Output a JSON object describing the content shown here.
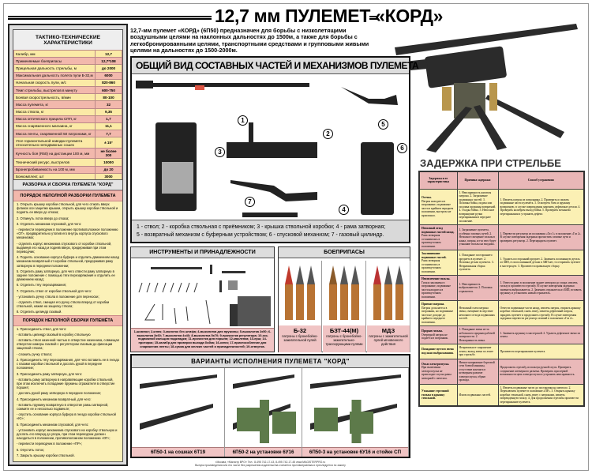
{
  "title": "12,7 мм ПУЛЕМЕТ «КОРД»",
  "intro": "12,7-мм пулемет «КОРД» (6П50) предназначен для борьбы с низколетящими воздушными целями на наклонных дальностях до 1500м, а также для борьбы с легкобронированными целями, транспортными средствами и групповыми живыми целями на дальностях до 1500-2000м.",
  "ttx": {
    "title": "ТАКТИКО-ТЕХНИЧЕСКИЕ ХАРАКТЕРИСТИКИ",
    "rows": [
      [
        "Калибр, мм",
        "12,7"
      ],
      [
        "Применяемые боеприпасы",
        "12,7*108"
      ],
      [
        "Прицельная дальность стрельбы, м",
        "до 2000"
      ],
      [
        "Максимальная дальность полета пули Б-32,м",
        "6000"
      ],
      [
        "Начальная скорость пули, м/с",
        "820-860"
      ],
      [
        "Темп стрельбы, выстрелов в минуту",
        "600-750"
      ],
      [
        "Боевая скорострельность, в/мин",
        "80-100"
      ],
      [
        "Масса пулемета, кг",
        "32"
      ],
      [
        "Масса ствола, кг",
        "9,35"
      ],
      [
        "Масса оптического прицела СПП, кг",
        "1,7"
      ],
      [
        "Масса снаряженного магазина, кг",
        "11,1"
      ],
      [
        "Масса ленты, снаряженной 50 патронами, кг",
        "7,7"
      ],
      [
        "Угол горизонтальной наводки пулемета относительно неподвижных сошек",
        "± 15°"
      ],
      [
        "Кучность боя (R50) на дистанции 100 м, мм",
        "не более 300"
      ],
      [
        "Технический ресурс, выстрелов",
        "10000"
      ],
      [
        "Бронепробиваемость на 100 м, мм",
        "до 20"
      ],
      [
        "Боекомплект, шт",
        "3000"
      ]
    ]
  },
  "disassembly": {
    "title": "РАЗБОРКА И СБОРКА ПУЛЕМЕТА \"КОРД\"",
    "partial_title": "ПОРЯДОК НЕПОЛНОЙ РАЗБОРКИ ПУЛЕМЕТА",
    "partial_steps": [
      "1. Открыть крышку коробки ствольной, для чего отжать вверх флажок оси защелки крышки, открыть крышку коробки ствольной и поднять ее вверх до отказа;",
      "2. Отвинуть лоток вверх до отказа;",
      "3. Отделить механизм спусковой, для чего:",
      "- перевести переводчик в положение противоположное положению «ОГ», предварительно утопив его внутрь корпуса спускового механизма;",
      "- отделить корпус механизма спускового от коробки ствольной, выдвинув его назад и подняв вверх, придерживая при этом переводчик;",
      "4. Поднять основание корпуса буфера и отделить движением назад механизм возвратный от коробки ствольной, предерживая раму затворную в переднем положении;",
      "5. Отделить раму затворную, для чего отвести раму затворную в заднее положение с помощью тяги перезаряжания и отделить ее движением назад;",
      "6. Отделить тягу перезаряжания;",
      "7. Отделить ствол от коробки ствольной для чего:",
      "- установить ручку ствола в положение для переноски;",
      "- отделить ствол, смещая его ручку ствола вперед от коробки ствольной, нажав на защелку ствола;",
      "8. Отделить цилиндр газовый."
    ],
    "assembly_title": "ПОРЯДОК НЕПОЛНОЙ СБОРКИ ПУЛЕМЁТА",
    "assembly_steps": [
      "1. Присоединить ствол, для чего:",
      "- вставить цилиндр газовый в коробку ствольную",
      "- вставить ствол казенной частью в отверстие казенника, совмещая отверстие камеры газовой с регулятором газовым до фиксации защелкой ствола;",
      "- сложить ручку ствола;",
      "2. Присоединить тягу перезаряжания, для чего вставить ее в гнездо с пазами коробки ствольной и дослать рукой в переднее положение;",
      "3. Присоединить раму затворную, для чего:",
      "- вставить раму затворную в направляющие коробки ствольной, при этом исключить попадание пружины отражателя в отверстие поршня;",
      "- дослать рукой раму затворную в переднее положение;",
      "4. Присоединить механизм возвратный, для чего:",
      "- вставить пружину возвратную в отверстие рамы затворной, сожмите ее и несколько подвиньте;",
      "- опустить основание корпуса буфера в гнездо коробки ствольной «Ю»;",
      "5. Присоединить механизм спусковой, для чего:",
      "- установить корпус механизма спускового на коробку ствольную и дослать его вперед до упора, при этом переводчик должен находиться в положении, противоположном положению «ОГ»;",
      "- перевести переводчик в положение «ПР»;",
      "6. Опустить лоток;",
      "7. Закрыть крышку коробки ствольной."
    ]
  },
  "general": {
    "title": "ОБЩИЙ ВИД СОСТАВНЫХ ЧАСТЕЙ И МЕХАНИЗМОВ ПУЛЕМЕТА",
    "legend_line1": "1 - ствол; 2 - коробка ствольная с приёмником; 3 - крышка ствольной коробки; 4 - рама затворная;",
    "legend_line2": "5 - возвратный механизм с буферным устройством; 6 - спусковой механизм; 7 - газовый цилиндр.",
    "callouts": [
      "1",
      "2",
      "3",
      "4",
      "5",
      "6",
      "7"
    ]
  },
  "tools": {
    "title": "ИНСТРУМЕНТЫ И ПРИНАДЛЕЖНОСТИ",
    "caption": "1-шомпол; 2-ключ; 3-молоток без штифа; 4-выколотка для пружины; 5-выколотка 2х50; 6-выколотка 3х60; 7-выколотка 4х40; 8-выколотка 5х70; 9-прочистка регулятора; 10-ось подвижной кольцом подкладки; 11-прочистка для поршня; 12-масленка; 13-ерш; 14-протирка; 15-калибр для проверки выхода бойка; 16-ключ; 17-приспособление для снаряжения ленты; 18-сумка для мелких частей и принадлежностей; 19-отвертка."
  },
  "ammo": {
    "title": "БОЕПРИПАСЫ",
    "items": [
      {
        "name": "Б-32",
        "desc": "патроны с бронебойно-зажигательной пулей"
      },
      {
        "name": "БЗТ-44(М)",
        "desc": "патроны с бронебойно-зажигательно-трассирующими пулями"
      },
      {
        "name": "МДЗ",
        "desc": "патроны с зажигательной пулей мгновенного действия"
      }
    ]
  },
  "variants": {
    "title": "ВАРИАНТЫ ИСПОЛНЕНИЯ ПУЛЕМЕТА \"КОРД\"",
    "items": [
      "6П50-1 на сошках 6Т19",
      "6П50-2 на установке 6У16",
      "6П50-3 на установке 6У16 и стойке СП"
    ]
  },
  "footer": {
    "line1": "г.Москва, «Магистр ВРО» Тел.: 8-495 742-17-43, 8-495 742-17-45 www.MAGISTERPRO.ru",
    "line2": "Выпуск произведения или его части без разрешения издательства считается противоправным и преследуется по закону"
  },
  "delays": {
    "title": "ЗАДЕРЖКА ПРИ СТРЕЛЬБЕ",
    "headers": [
      "Задержка и ее характеристика",
      "Причина задержки",
      "Способ устранения"
    ],
    "rows": [
      {
        "name": "Осечка.",
        "desc": "Патрон находится в патроннике, подвижные части в крайнем переднем положении, выстрела не произошло.",
        "cause": "1. Неисправность капсюля патрона. 2. Загрязнение подвижных частей. 3. Поломка бойка, подача или поломка пружины возвратной. 4. Осадка бойка. 5. Неполное возвращение ручки перезаряжания в переднее положение.",
        "fix": "1. Извлечь патрон из патронника. 2. Проверить и смазать подвижные части пулемета. 3. Осмотреть боек и пружину возвратную, в случае повреждения заменить дефектные детали. 4. Проверить калибром выход бойка. 5. Проверить механизм перезаряжания и устранить дефект."
      },
      {
        "name": "Неполный отход подвижных частей назад.",
        "desc": "Рама затворная остановилась в промежуточном положении.",
        "cause": "1. Загрязнение пулемета, особенно газовых путей. 2. Неполное смещение гильзы в канал, патрон, из-за чего будет утыкание гильзы на входных.",
        "fix": "1. Перевести регулятор из положения «Газ 1» в положение «Газ 2». В случае повторения задержки прочистить газовые пути и проверить регулятор. 2. Перезарядить пулемет."
      },
      {
        "name": "Заклинивание подвижных частей.",
        "desc": "Рама затворная остановилась в промежуточном положении.",
        "cause": "1. Попадание постороннего предмета в пулемет. 2. Поломка детали пулемета. 3. Неправильная сборка пулемета.",
        "fix": "1. Удалить посторонний предмет. 2. Заменить поломанную деталь из ЗИП, если поломанной детали в ЗИП нет, то отправить пулемет в мастерскую. 3. Произвести правильную сборку."
      },
      {
        "name": "Неизвлечение гильзы.",
        "desc": "Гильза заклинена в патроннике, подвижные части находятся в промежуточном положении.",
        "cause": "1. Неисправность выбрасывателя. 2. Поломка отражателя.",
        "fix": "1. Отвести раму в положение заднее затвором до упора; извлечь гильзу и произвести стрельбу. В случае повторения задержки заменить выбрасыватель. 2. Заменить отражатель из ЗИП, вставить пружину и установить новый отражатель."
      },
      {
        "name": "Прихват патрона.",
        "desc": "Патрон досылается в патронник, но подвижные части не доходят до крайнего переднего положения.",
        "cause": "Неполный съем патрона звена, смещение вследствие неполного отхода подвижных частей.",
        "fix": "Отвести подвижные части назад, извлечь патрон, открыть крышку коробки ствольной, снять ленту, извлечь дефектный патрон, зарядить пулемет и продолжить стрельбу. В случае повторения задержки перевести регулятор газовый в положение «Газ 2»."
      },
      {
        "name": "Прорыв гильзы.",
        "desc": "Очередной патрон не подается в патронник.",
        "cause": "1. Попадание звена из-за небольшого прорыва рабочей поверхности. 2. Неисправность звена.",
        "fix": "1. Заменить пружину в мастерской. 2. Удалить дефектное звено из ленты."
      },
      {
        "name": "Попадание пустого звена под окно выбрасывания.",
        "desc": "",
        "cause": "Неправильное снаряжение ленты, выход звена по ленте при стрельбе.",
        "fix": "Произвести перезаряжание пулемета."
      },
      {
        "name": "Отказ электроспуска.",
        "desc": "При включении электроспуска не происходит спуска рамы затворной с шептала.",
        "cause": "Низкое напряжение бортовой сети боевой машины, отсутствие контакта в штекерном разъеме электроспуска, обрыв провода.",
        "fix": "Продолжить стрельбу, используя ручной спуск. Проверить соединение штекерного разъема. Проверить при первой возможности цепь электроспуска и устранить неисправность."
      },
      {
        "name": "Утыкание стреляной гильзы в крышку ствольной.",
        "desc": "",
        "cause": "Излом подвижных частей.",
        "fix": "1. Извлечь подвижные части до постановки на шептало. 2. Переключить пулемет в положение «ПР». 3. Открыть крышку коробки ствольной, снять ленту с патронами, извлечь поврежденную гильзу. 4. Для продолжения стрельбы произвести перезаряжание пулемета."
      }
    ]
  }
}
